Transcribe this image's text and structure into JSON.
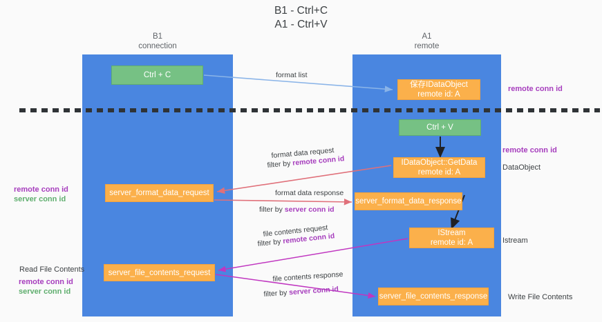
{
  "title": "B1 - Ctrl+C\nA1 - Ctrl+V",
  "lanes": [
    {
      "id": "b1",
      "header": "B1\nconnection",
      "color": "#4a86e0"
    },
    {
      "id": "a1",
      "header": "A1\nremote",
      "color": "#4a86e0"
    }
  ],
  "colors": {
    "lane_blue": "#4a86e0",
    "box_green": "#76c184",
    "box_orange": "#fbb04b",
    "accent_purple": "#a63dbd",
    "accent_green": "#5fae6e",
    "wire_blue": "#8ab4e8",
    "wire_red": "#e0707a",
    "wire_magenta": "#c036c0",
    "wire_black": "#202124",
    "page_bg": "#fafafa"
  },
  "boxes": {
    "ctrl_c": "Ctrl + C",
    "idataobject": "保存IDataObject\nremote id: A",
    "ctrl_v": "Ctrl + V",
    "getdata": "IDataObject::GetData\nremote id: A",
    "format_data_request": "server_format_data_request",
    "format_data_response": "server_format_data_response",
    "istream": "IStream\nremote id: A",
    "file_contents_request": "server_file_contents_request",
    "file_contents_response": "server_file_contents_response"
  },
  "edge_labels": {
    "format_list": "format list",
    "format_data_request": "format data request",
    "format_data_request_filter_prefix": "filter by ",
    "format_data_request_filter_key": "remote conn id",
    "format_data_response": "format data response",
    "format_data_response_filter_prefix": "filter by ",
    "format_data_response_filter_key": "server conn id",
    "file_contents_request": "file contents request",
    "file_contents_request_filter_prefix": "filter by ",
    "file_contents_request_filter_key": "remote conn id",
    "file_contents_response": "file contents response",
    "file_contents_response_filter_prefix": "filter by ",
    "file_contents_response_filter_key": "server conn id"
  },
  "annotations": {
    "remote_conn_id_top": "remote conn id",
    "remote_conn_id_mid": "remote conn id",
    "dataobject": "DataObject",
    "istream": "Istream",
    "write_file_contents": "Write File Contents",
    "read_file_contents": "Read File Contents",
    "left_mid_remote": "remote conn id",
    "left_mid_server": "server conn id",
    "left_bot_remote": "remote conn id",
    "left_bot_server": "server conn id"
  }
}
